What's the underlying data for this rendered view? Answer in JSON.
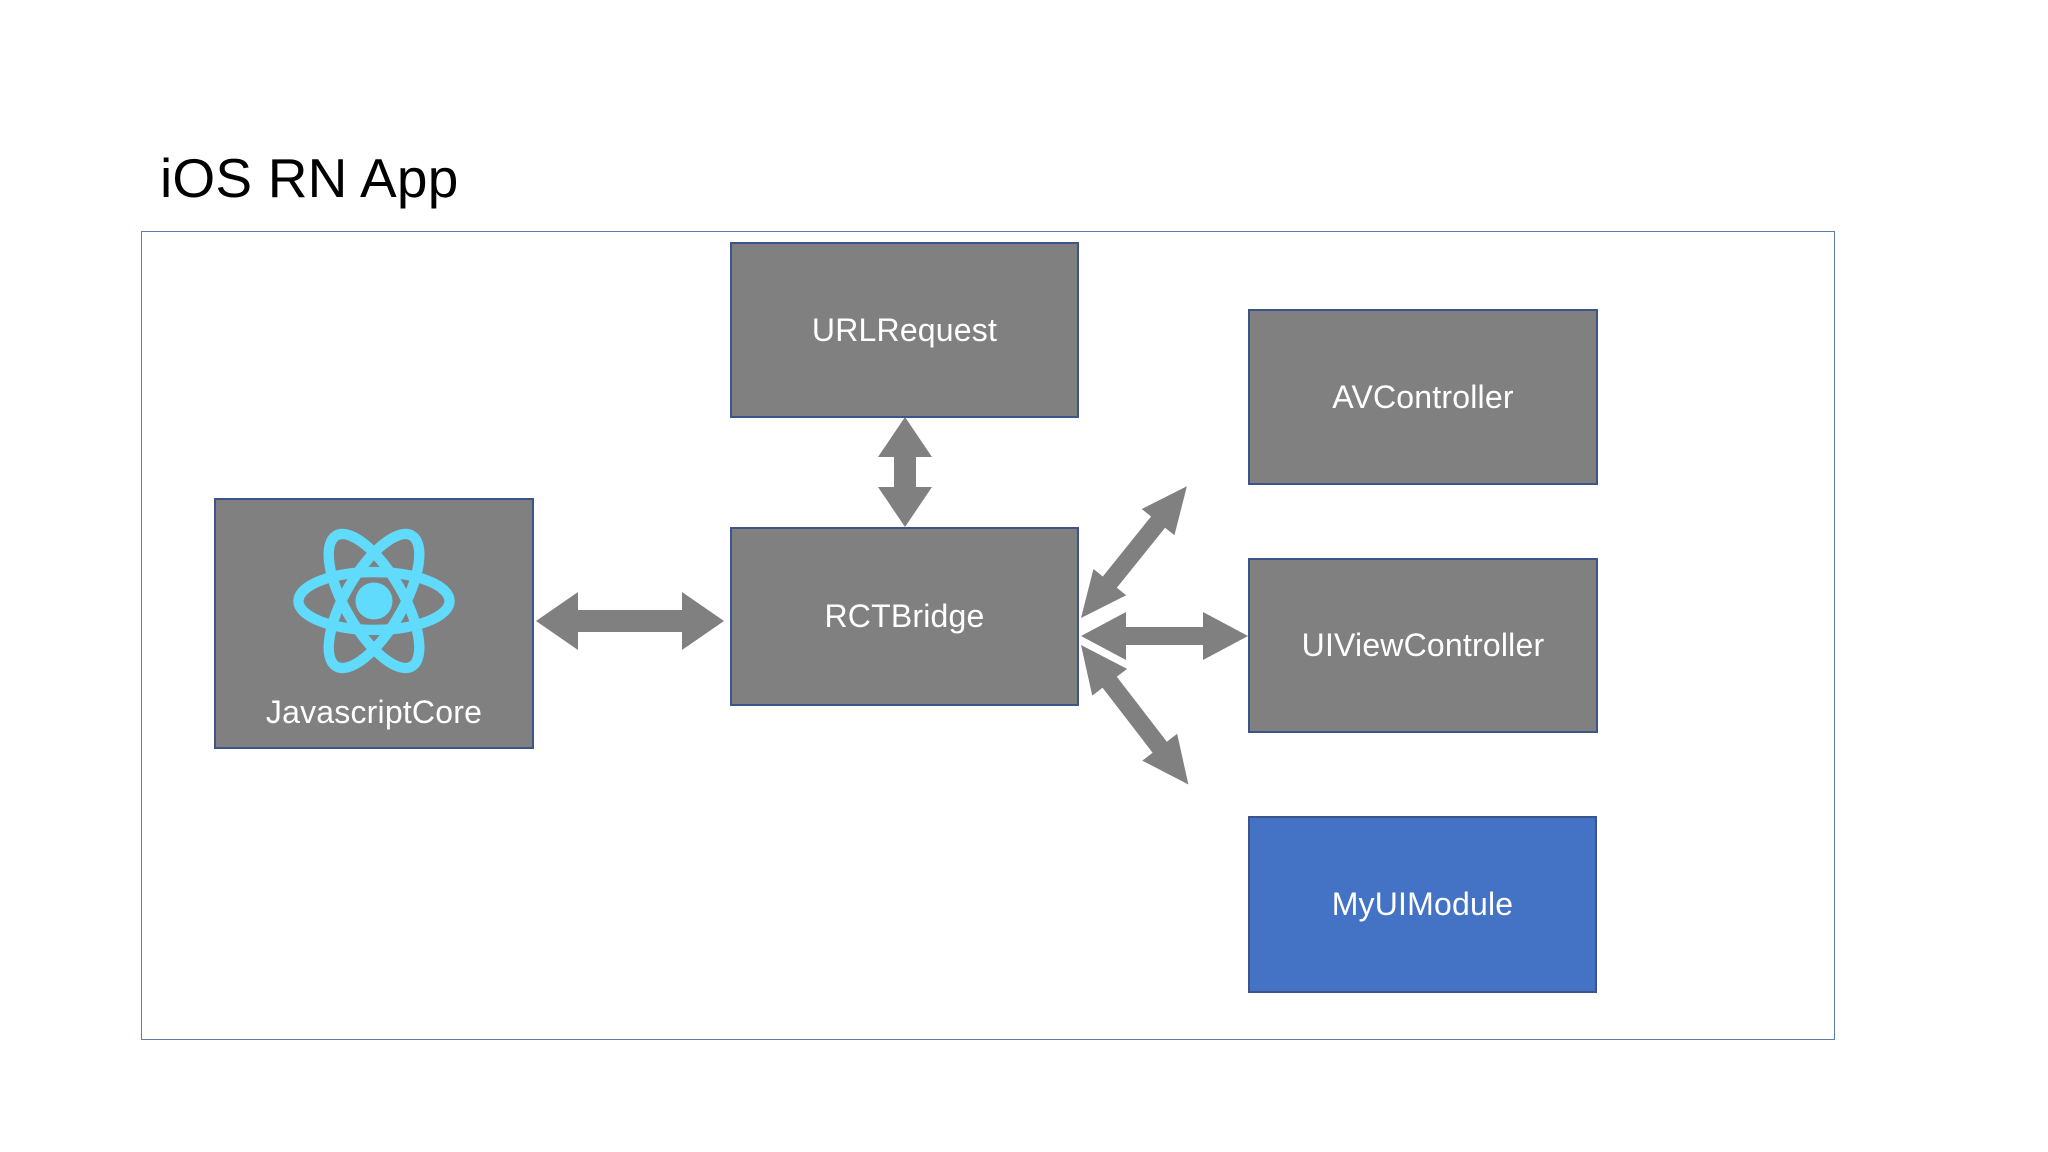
{
  "page": {
    "background_color": "#FFFFFF",
    "title": "iOS RN App"
  },
  "diagram": {
    "type": "block-diagram",
    "container": {
      "name": "iOS RN App boundary",
      "border_color": "#5E7CA8",
      "fill": "#FFFFFF"
    },
    "colors": {
      "node_gray_fill": "#808080",
      "node_blue_fill": "#4472C4",
      "node_border": "#3C5489",
      "node_text": "#FFFFFF",
      "arrow": "#808080",
      "react_logo": "#61DBFB",
      "title_text": "#000000"
    },
    "nodes": [
      {
        "id": "urlrequest",
        "label": "URLRequest",
        "fill": "gray",
        "icon": null
      },
      {
        "id": "javascriptcore",
        "label": "JavascriptCore",
        "fill": "gray",
        "icon": "react-logo-icon"
      },
      {
        "id": "rctbridge",
        "label": "RCTBridge",
        "fill": "gray",
        "icon": null
      },
      {
        "id": "avcontroller",
        "label": "AVController",
        "fill": "gray",
        "icon": null
      },
      {
        "id": "uiviewctrl",
        "label": "UIViewController",
        "fill": "gray",
        "icon": null
      },
      {
        "id": "myuimodule",
        "label": "MyUIModule",
        "fill": "blue",
        "icon": null
      }
    ],
    "edges": [
      {
        "id": "e1",
        "from": "javascriptcore",
        "to": "rctbridge",
        "style": "double-headed",
        "orientation": "horizontal",
        "label": ""
      },
      {
        "id": "e2",
        "from": "urlrequest",
        "to": "rctbridge",
        "style": "double-headed",
        "orientation": "vertical",
        "label": ""
      },
      {
        "id": "e3",
        "from": "rctbridge",
        "to": "avcontroller",
        "style": "double-headed",
        "orientation": "diagonal-up",
        "label": ""
      },
      {
        "id": "e4",
        "from": "rctbridge",
        "to": "uiviewctrl",
        "style": "double-headed",
        "orientation": "horizontal",
        "label": ""
      },
      {
        "id": "e5",
        "from": "rctbridge",
        "to": "myuimodule",
        "style": "double-headed",
        "orientation": "diagonal-down",
        "label": ""
      }
    ]
  }
}
